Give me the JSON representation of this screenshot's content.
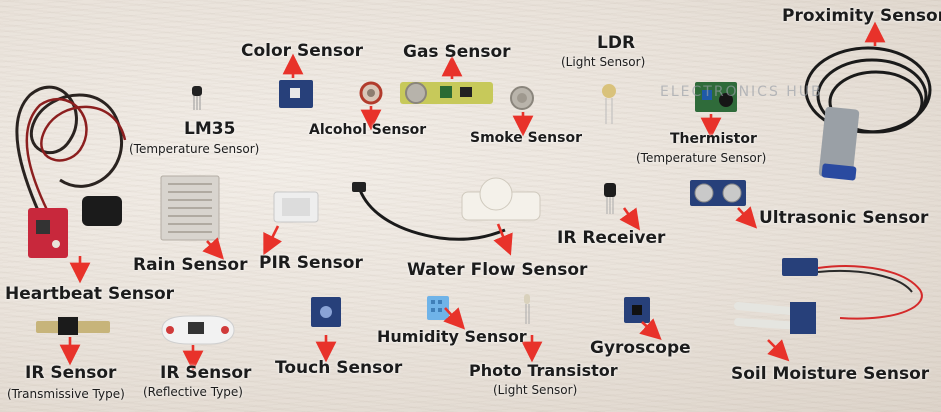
{
  "colors": {
    "arrow": "#e8322a",
    "label": "#1c1c1c",
    "pcb_red": "#c8283c",
    "pcb_blue": "#27407a",
    "pcb_green": "#2f6b3a",
    "watermark": "#9aa0a8"
  },
  "watermark": "ELECTRONICS HUB",
  "labels": {
    "proximity": "Proximity Sensor",
    "color": "Color Sensor",
    "gas": "Gas Sensor",
    "ldr": "LDR",
    "ldr_sub": "(Light Sensor)",
    "lm35": "LM35",
    "lm35_sub": "(Temperature Sensor)",
    "alcohol": "Alcohol Sensor",
    "smoke": "Smoke Sensor",
    "thermistor": "Thermistor",
    "thermistor_sub": "(Temperature Sensor)",
    "rain": "Rain Sensor",
    "pir": "PIR Sensor",
    "water_flow": "Water Flow Sensor",
    "ir_receiver": "IR Receiver",
    "ultrasonic": "Ultrasonic Sensor",
    "heartbeat": "Heartbeat Sensor",
    "ir_trans": "IR Sensor",
    "ir_trans_sub": "(Transmissive Type)",
    "ir_refl": "IR Sensor",
    "ir_refl_sub": "(Reflective Type)",
    "touch": "Touch Sensor",
    "humidity": "Humidity Sensor",
    "photo": "Photo Transistor",
    "photo_sub": "(Light Sensor)",
    "gyro": "Gyroscope",
    "soil": "Soil Moisture Sensor"
  }
}
